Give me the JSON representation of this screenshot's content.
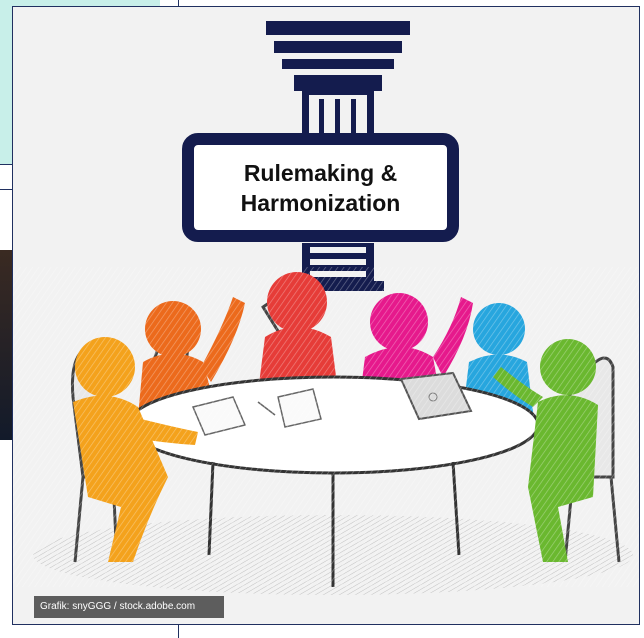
{
  "illustration": {
    "title_line1": "Rulemaking &",
    "title_line2": "Harmonization",
    "credit": "Grafik: snyGGG / stock.adobe.com"
  },
  "colors": {
    "navy": "#141c4e",
    "figure_colors": [
      "#f4a21c",
      "#ec6a1c",
      "#e63c38",
      "#e6198c",
      "#27a6de",
      "#6ab82f"
    ]
  }
}
